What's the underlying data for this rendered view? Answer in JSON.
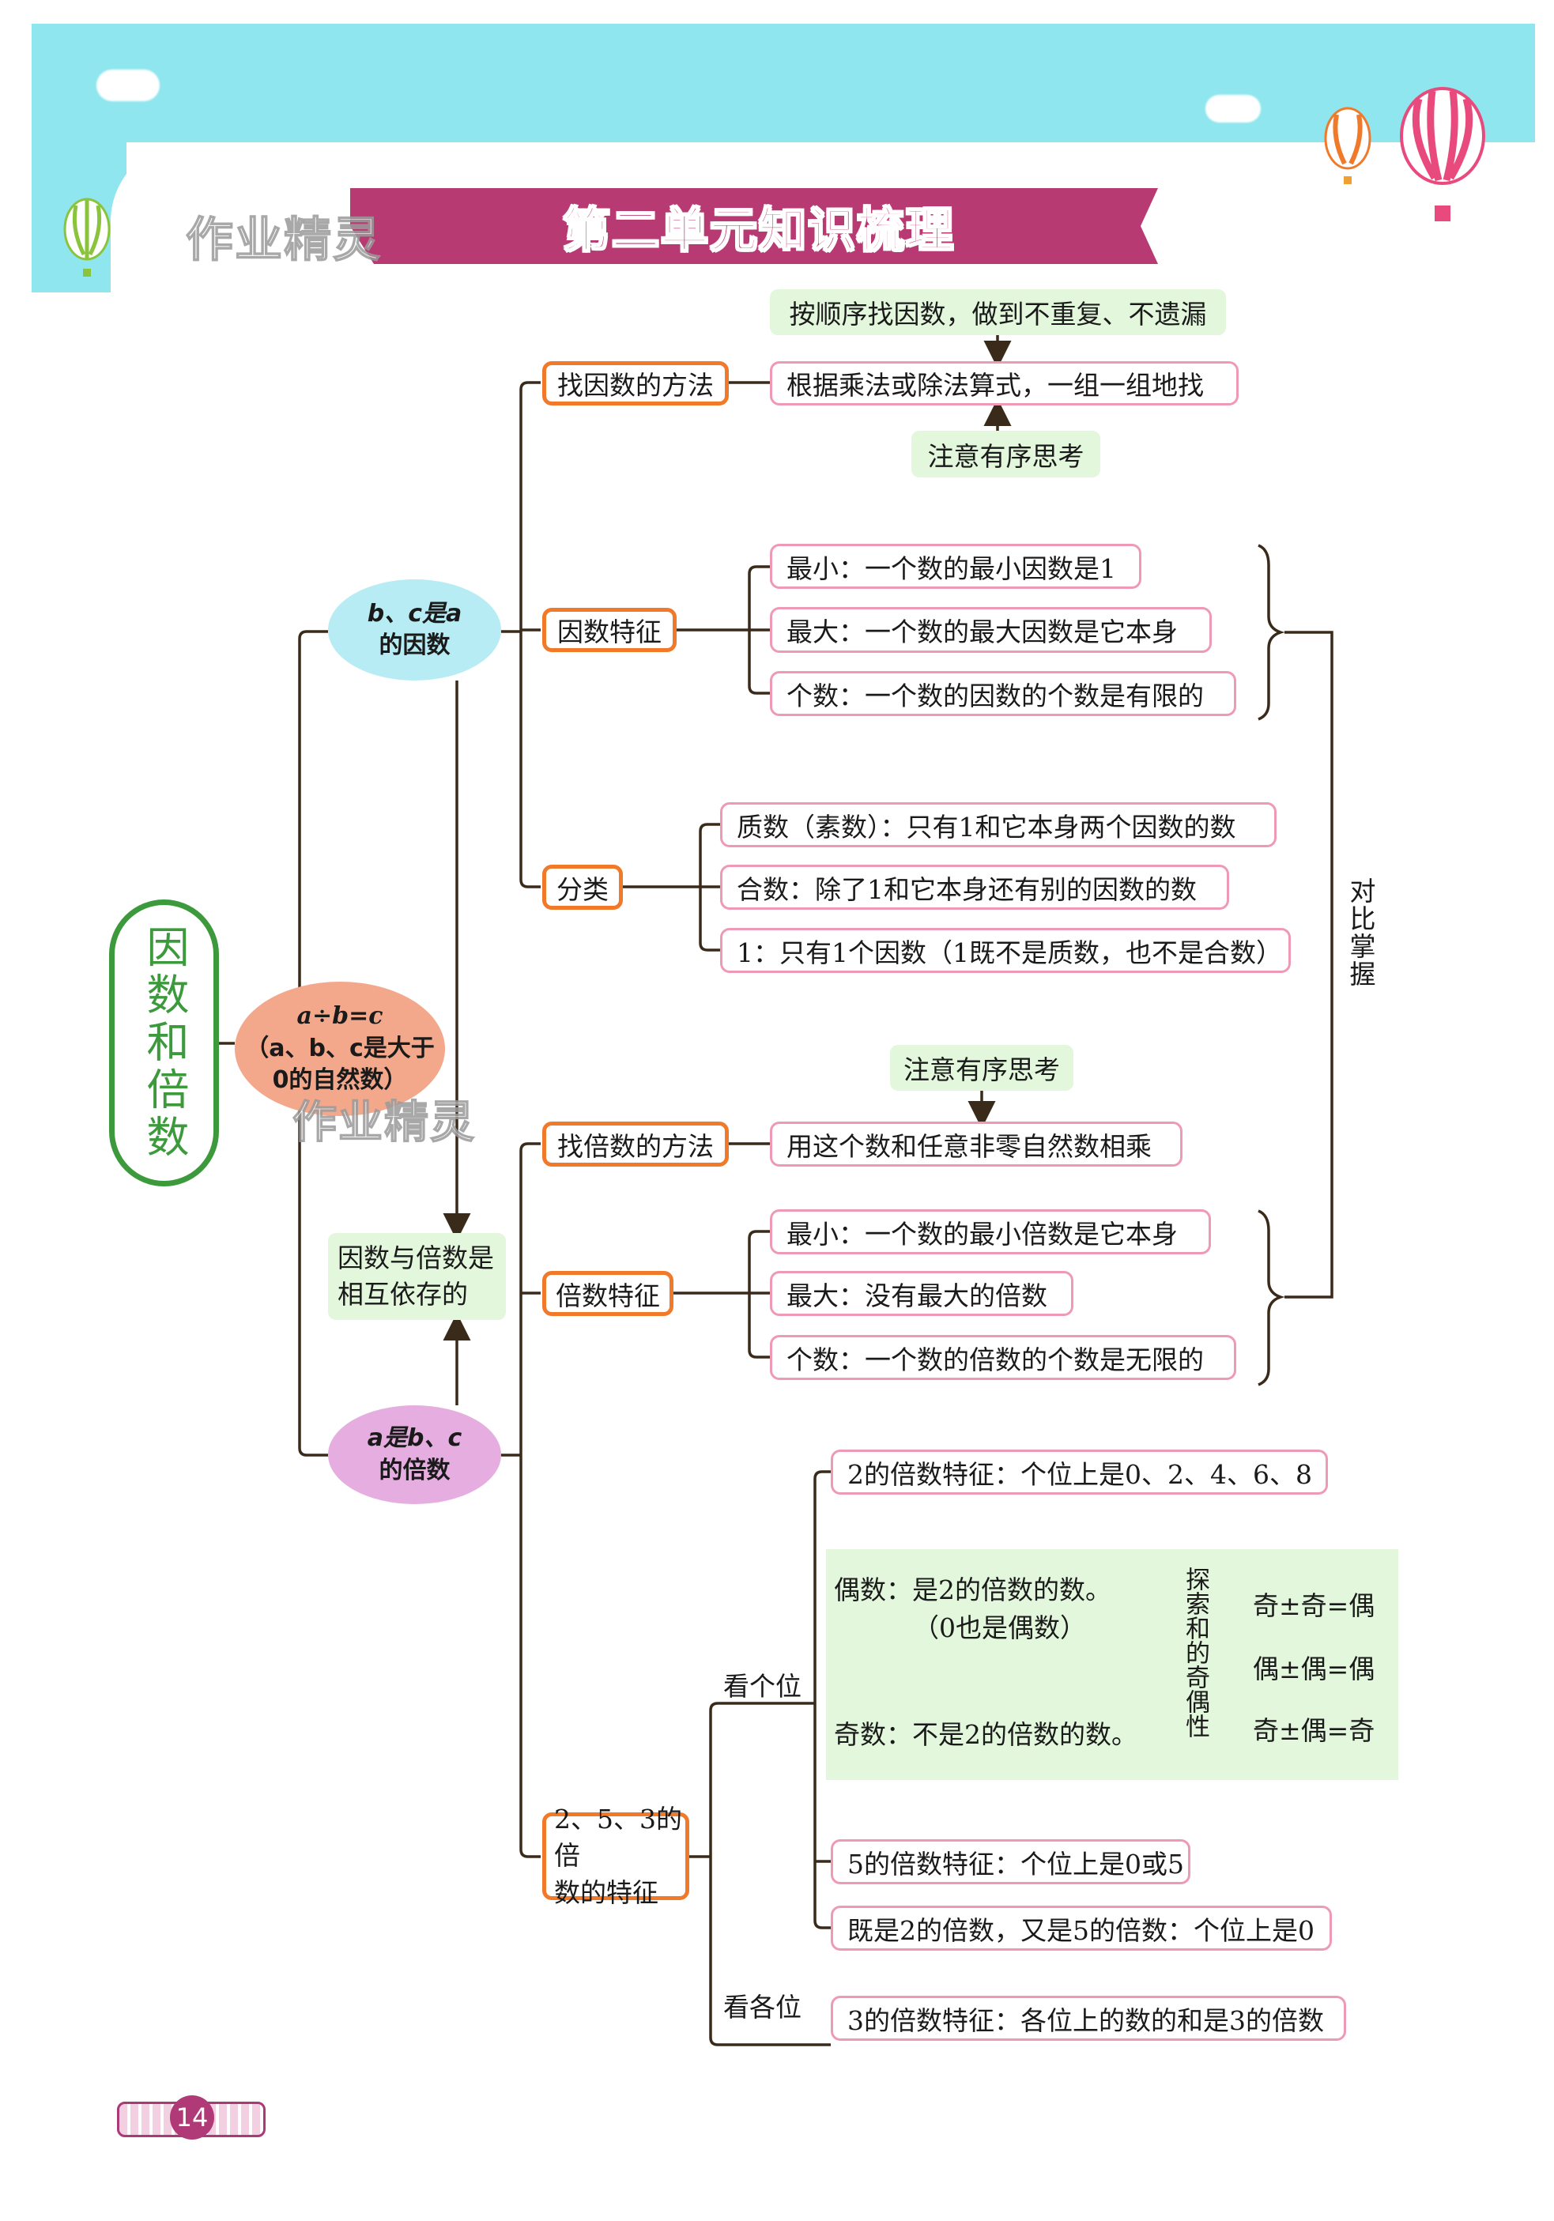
{
  "header": {
    "title": "第二单元知识梳理",
    "watermark": "作业精灵",
    "colors": {
      "sky": "#8fe6ee",
      "banner": "#b83a73",
      "main": "#3c9a3c",
      "orange": "#f07a2a",
      "pink": "#ee9ab4",
      "green_fill": "#e2f7dc"
    }
  },
  "root": {
    "label": "因数和倍数"
  },
  "equation_node": {
    "line1": "a÷b=c",
    "line2": "（a、b、c是大于",
    "line3": "0的自然数）",
    "watermark": "作业精灵"
  },
  "factor_node": {
    "line1": "b、c是a",
    "line2": "的因数"
  },
  "multiple_node": {
    "line1": "a是b、c",
    "line2": "的倍数"
  },
  "interdependent": {
    "line1": "因数与倍数是",
    "line2": "相互依存的"
  },
  "find_factor": {
    "label": "找因数的方法",
    "method": "根据乘法或除法算式，一组一组地找",
    "tip_top": "按顺序找因数，做到不重复、不遗漏",
    "tip_bottom": "注意有序思考"
  },
  "factor_features": {
    "label": "因数特征",
    "items": [
      "最小：一个数的最小因数是1",
      "最大：一个数的最大因数是它本身",
      "个数：一个数的因数的个数是有限的"
    ]
  },
  "classification": {
    "label": "分类",
    "items": [
      "质数（素数）：只有1和它本身两个因数的数",
      "合数：除了1和它本身还有别的因数的数",
      "1：只有1个因数（1既不是质数，也不是合数）"
    ]
  },
  "compare_label": "对比掌握",
  "find_multiple": {
    "label": "找倍数的方法",
    "tip": "注意有序思考",
    "method": "用这个数和任意非零自然数相乘"
  },
  "multiple_features": {
    "label": "倍数特征",
    "items": [
      "最小：一个数的最小倍数是它本身",
      "最大：没有最大的倍数",
      "个数：一个数的倍数的个数是无限的"
    ]
  },
  "multiples_253": {
    "label_line1": "2、5、3的倍",
    "label_line2": "数的特征",
    "look_ones": "看个位",
    "look_all": "看各位",
    "two": "2的倍数特征：个位上是0、2、4、6、8",
    "even": "偶数：是2的倍数的数。",
    "even_note": "（0也是偶数）",
    "odd": "奇数：不是2的倍数的数。",
    "explore": "探索和的奇偶性",
    "parity_rules": [
      "奇±奇=偶",
      "偶±偶=偶",
      "奇±偶=奇"
    ],
    "five": "5的倍数特征：个位上是0或5",
    "two_and_five": "既是2的倍数，又是5的倍数：个位上是0",
    "three": "3的倍数特征：各位上的数的和是3的倍数"
  },
  "footer": {
    "page_number": "14"
  }
}
